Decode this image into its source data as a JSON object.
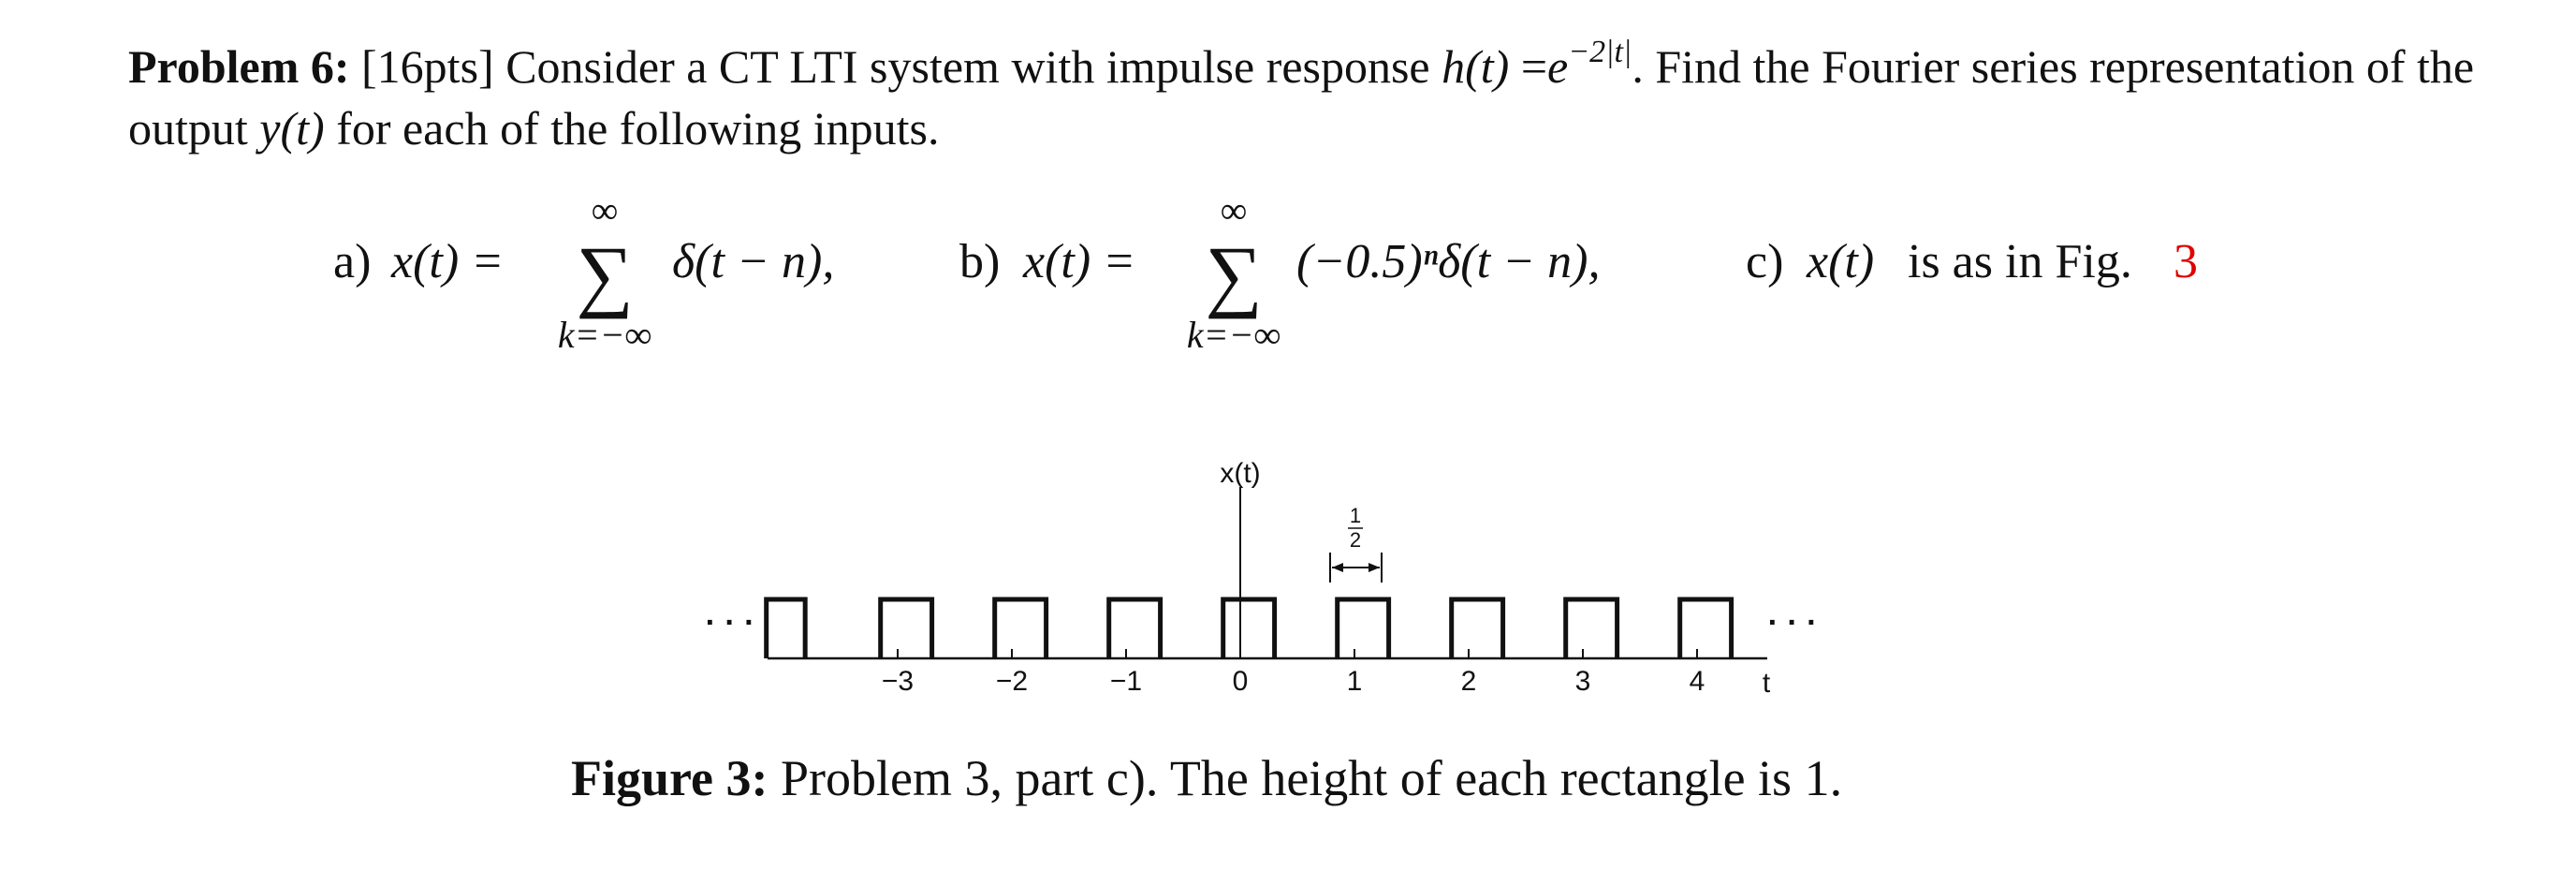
{
  "problem": {
    "label": "Problem 6:",
    "points": "[16pts]",
    "text1": "Consider a CT LTI system with impulse response",
    "h_lhs": "h(t)",
    "equals": "=",
    "h_base": "e",
    "h_exp": "−2|t|",
    "text2": ". Find the Fourier series representation of the output",
    "y": "y(t)",
    "text3": "for each of the following inputs."
  },
  "parts": {
    "a": {
      "label": "a)",
      "lhs": "x(t) =",
      "sum_upper": "∞",
      "sum_symbol": "∑",
      "sum_lower": "k=−∞",
      "term": "δ(t − n),"
    },
    "b": {
      "label": "b)",
      "lhs": "x(t) =",
      "sum_upper": "∞",
      "sum_symbol": "∑",
      "sum_lower": "k=−∞",
      "term": "(−0.5)ⁿδ(t − n),"
    },
    "c": {
      "label": "c)",
      "lhs": "x(t)",
      "text": "is as in Fig.",
      "ref": "3"
    }
  },
  "figure": {
    "y_label": "x(t)",
    "t_label": "t",
    "ellipsis_left": "· · ·",
    "ellipsis_right": "· · ·",
    "width_annotation_num": "1",
    "width_annotation_den": "2",
    "ticks": [
      "−3",
      "−2",
      "−1",
      "0",
      "1",
      "2",
      "3",
      "4"
    ]
  },
  "caption": {
    "label": "Figure 3:",
    "text": "Problem 3, part c). The height of each rectangle is 1."
  },
  "colors": {
    "reference": "#e00000",
    "text": "#111111"
  }
}
